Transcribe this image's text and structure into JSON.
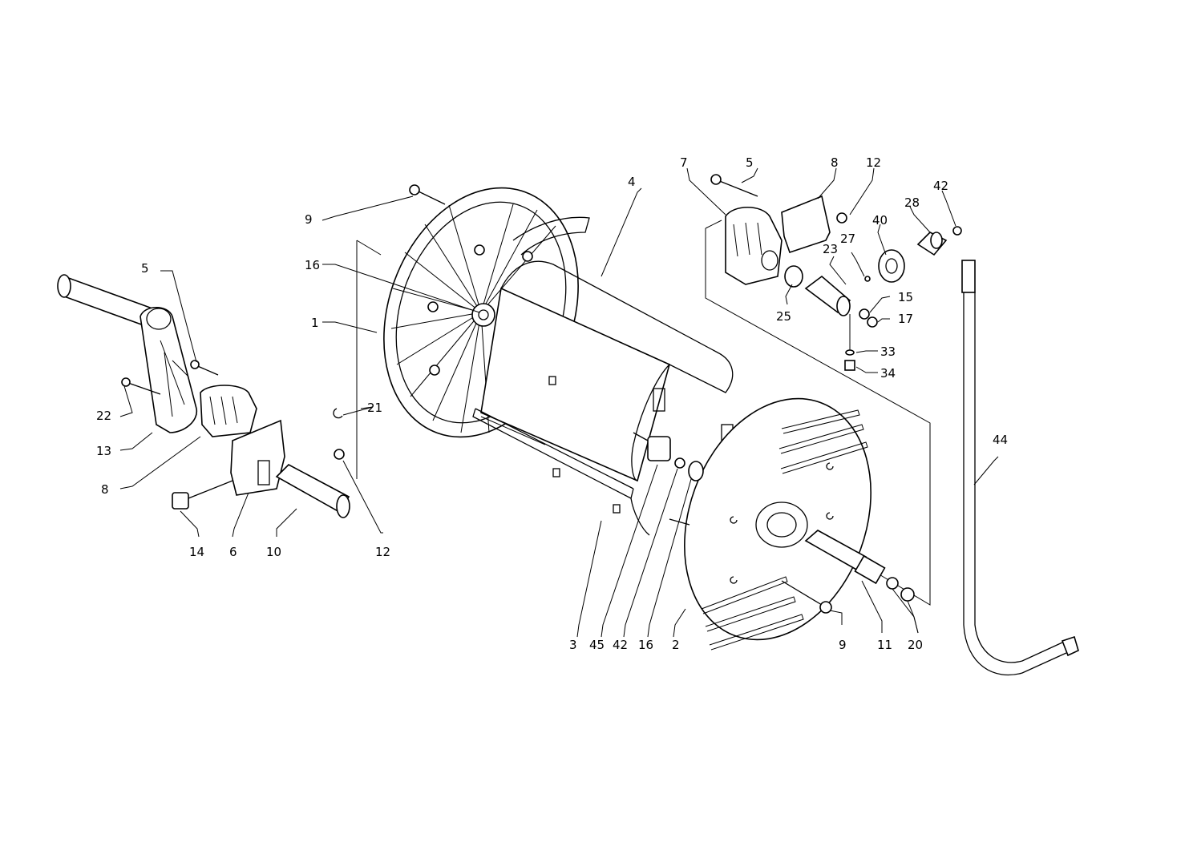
{
  "diagram": {
    "callouts": {
      "c1": "1",
      "c2": "2",
      "c3": "3",
      "c4": "4",
      "c5a": "5",
      "c5b": "5",
      "c6": "6",
      "c7": "7",
      "c8a": "8",
      "c8b": "8",
      "c9a": "9",
      "c9b": "9",
      "c10": "10",
      "c11": "11",
      "c12a": "12",
      "c12b": "12",
      "c13": "13",
      "c14": "14",
      "c15": "15",
      "c16a": "16",
      "c16b": "16",
      "c17": "17",
      "c20": "20",
      "c21": "21",
      "c22": "22",
      "c23": "23",
      "c25": "25",
      "c27": "27",
      "c28": "28",
      "c33": "33",
      "c34": "34",
      "c40": "40",
      "c42a": "42",
      "c42b": "42",
      "c44": "44",
      "c45": "45"
    }
  }
}
